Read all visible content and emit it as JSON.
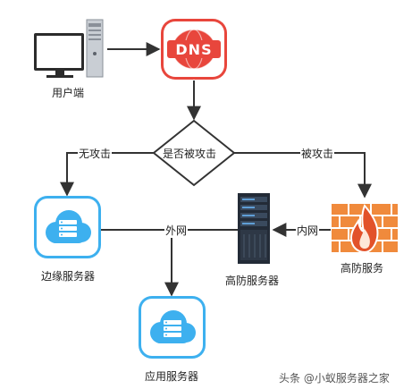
{
  "nodes": {
    "user": {
      "label": "用户端",
      "icon": "desktop-computer-icon"
    },
    "dns": {
      "label": "DNS",
      "icon": "dns-globe-icon",
      "color": "#e8463c"
    },
    "decision": {
      "label": "是否被攻击"
    },
    "edge_server": {
      "label": "边缘服务器",
      "icon": "cloud-server-icon",
      "color": "#3db0ef"
    },
    "ddos_server": {
      "label": "高防服务器",
      "icon": "server-rack-icon"
    },
    "firewall": {
      "label": "高防服务",
      "icon": "firewall-icon",
      "color": "#f08a3c"
    },
    "app_server": {
      "label": "应用服务器",
      "icon": "cloud-server-icon",
      "color": "#3db0ef"
    }
  },
  "edges": {
    "no_attack": "无攻击",
    "attacked": "被攻击",
    "intranet": "内网",
    "extranet": "外网"
  },
  "watermark": {
    "text": "头条 @小蚁服务器之家"
  }
}
